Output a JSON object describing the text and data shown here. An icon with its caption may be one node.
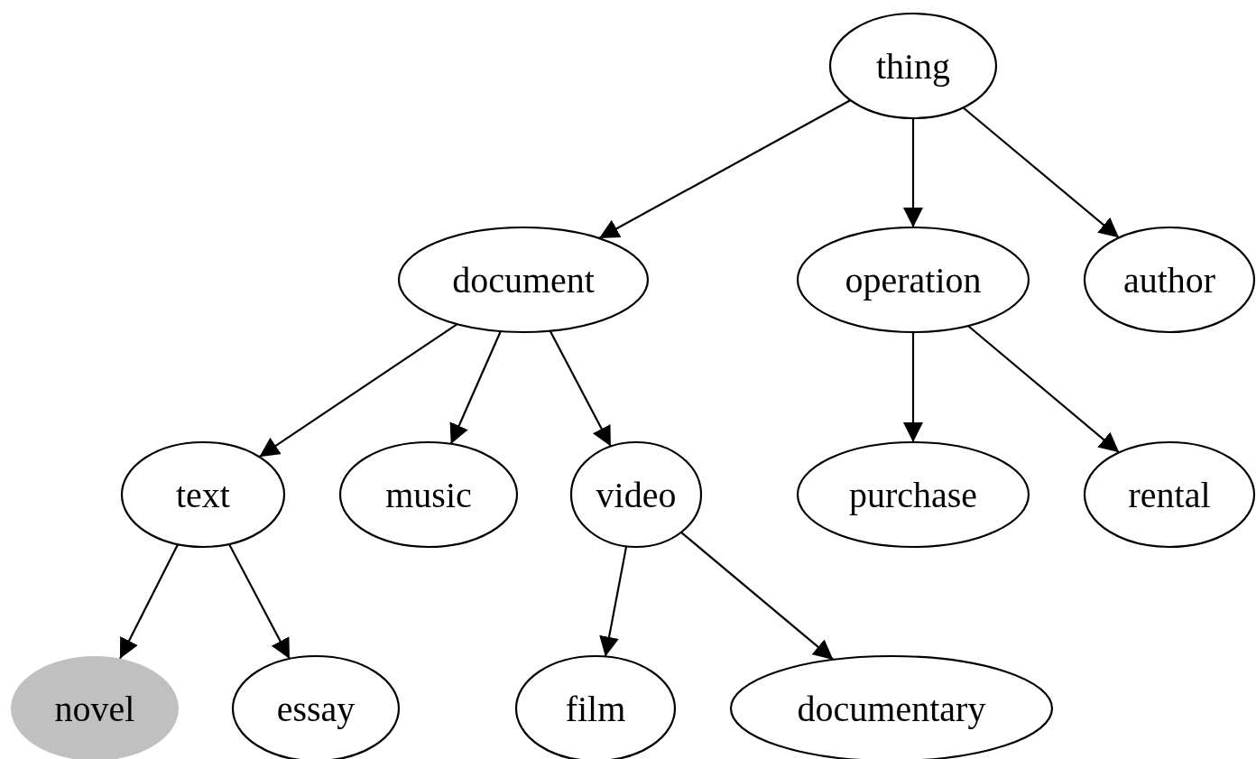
{
  "diagram": {
    "nodes": [
      {
        "text": [
          "thing"
        ]
      },
      {
        "text": [
          "document"
        ]
      },
      {
        "text": [
          "operation"
        ]
      },
      {
        "text": [
          "author"
        ]
      },
      {
        "text": [
          "text"
        ]
      },
      {
        "text": [
          "music"
        ]
      },
      {
        "text": [
          "video"
        ]
      },
      {
        "text": [
          "purchase"
        ]
      },
      {
        "text": [
          "rental"
        ]
      },
      {
        "text": [
          "novel"
        ]
      },
      {
        "text": [
          "essay"
        ]
      },
      {
        "text": [
          "film"
        ]
      },
      {
        "text": [
          "documentary"
        ]
      }
    ],
    "edges": [
      {
        "from": 0,
        "to": 1,
        "arrow": "to"
      },
      {
        "from": 0,
        "to": 2,
        "arrow": "to"
      },
      {
        "from": 0,
        "to": 3,
        "arrow": "to"
      },
      {
        "from": 1,
        "to": 4,
        "arrow": "to"
      },
      {
        "from": 1,
        "to": 5,
        "arrow": "to"
      },
      {
        "from": 1,
        "to": 6,
        "arrow": "to"
      },
      {
        "from": 2,
        "to": 7,
        "arrow": "to"
      },
      {
        "from": 2,
        "to": 8,
        "arrow": "to"
      },
      {
        "from": 4,
        "to": 9,
        "arrow": "to"
      },
      {
        "from": 4,
        "to": 10,
        "arrow": "to"
      },
      {
        "from": 6,
        "to": 11,
        "arrow": "to"
      },
      {
        "from": 6,
        "to": 12,
        "arrow": "to"
      }
    ]
  }
}
